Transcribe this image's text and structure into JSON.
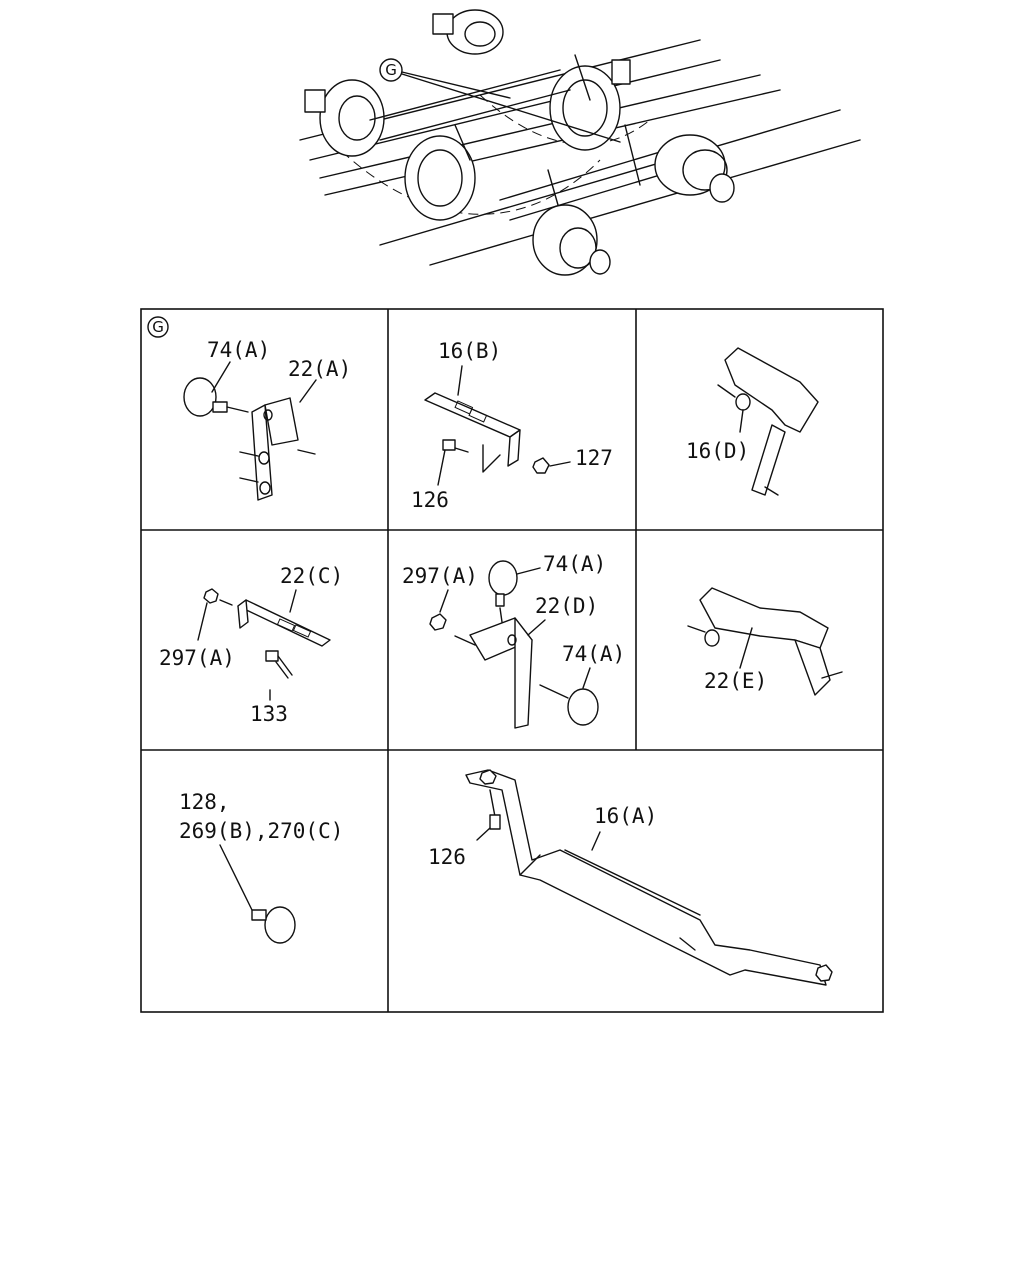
{
  "overview": {
    "callout_letter": "G"
  },
  "cells": [
    {
      "id": "cell-1",
      "callout_letter": "G",
      "labels": [
        "74(A)",
        "22(A)"
      ]
    },
    {
      "id": "cell-2",
      "labels": [
        "16(B)",
        "127",
        "126"
      ]
    },
    {
      "id": "cell-3",
      "labels": [
        "16(D)"
      ]
    },
    {
      "id": "cell-4",
      "labels": [
        "22(C)",
        "297(A)",
        "133"
      ]
    },
    {
      "id": "cell-5",
      "labels": [
        "297(A)",
        "74(A)",
        "22(D)",
        "74(A)"
      ]
    },
    {
      "id": "cell-6",
      "labels": [
        "22(E)"
      ]
    },
    {
      "id": "cell-7",
      "labels": [
        "128,",
        "269(B),270(C)"
      ]
    },
    {
      "id": "cell-8",
      "labels": [
        "16(A)",
        "126"
      ]
    }
  ]
}
